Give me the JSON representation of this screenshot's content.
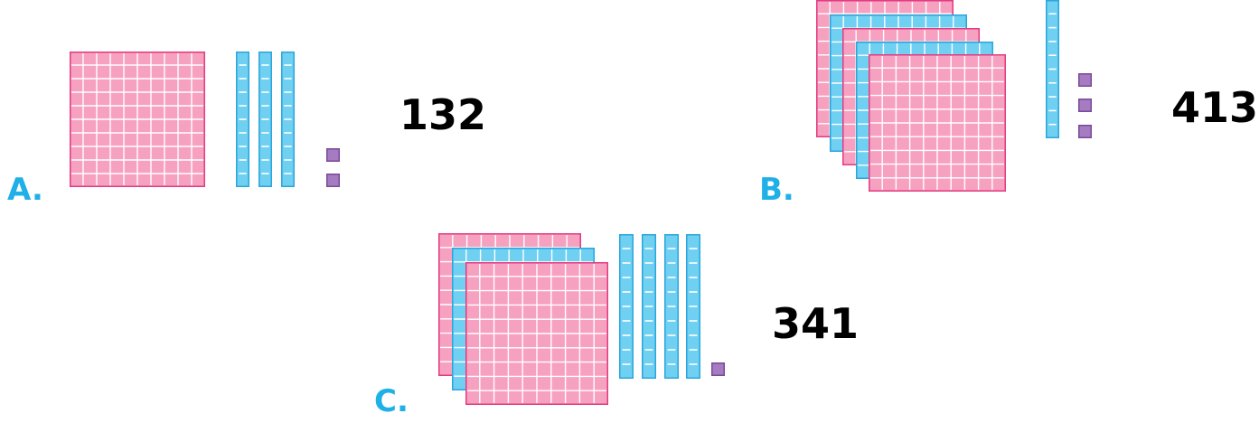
{
  "options": [
    {
      "letter": "A.",
      "number": "132",
      "hundreds": 1,
      "tens": 3,
      "ones": 2
    },
    {
      "letter": "B.",
      "number": "413",
      "hundreds": 5,
      "tens": 1,
      "ones": 3
    },
    {
      "letter": "C.",
      "number": "341",
      "hundreds": 3,
      "tens": 4,
      "ones": 1
    }
  ],
  "colors": {
    "hundred_flat": "#f7a1c0",
    "hundred_border": "#e23b82",
    "ten_rod": "#6fd0f2",
    "ten_border": "#2ba6dc",
    "one_cube": "#a57bc1",
    "one_border": "#7a4a99",
    "letter": "#1fb0e8",
    "number": "#000000"
  }
}
